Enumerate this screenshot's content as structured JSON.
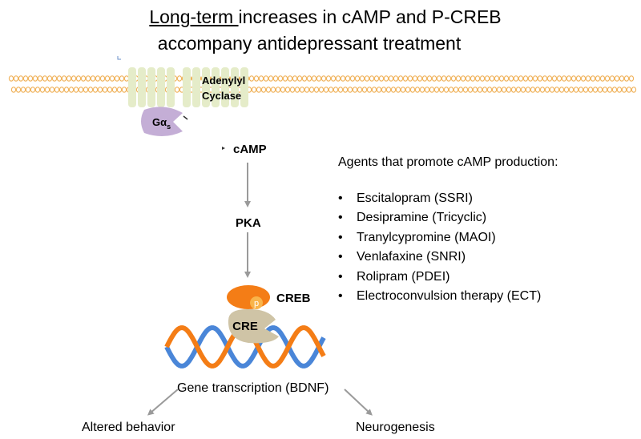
{
  "title": {
    "underlined": "Long-term ",
    "rest_line1": "increases in cAMP and P-CREB",
    "line2": "accompany antidepressant treatment"
  },
  "membrane": {
    "enzyme_line1": "Adenylyl",
    "enzyme_line2": "Cyclase",
    "gprotein_base": "Gα",
    "gprotein_sub": "s"
  },
  "pathway": {
    "camp": "cAMP",
    "pka": "PKA",
    "creb": "CREB",
    "phospho": "p",
    "cre": "CRE",
    "transcription": "Gene transcription (BDNF)"
  },
  "outcomes": {
    "left": "Altered behavior",
    "right": "Neurogenesis"
  },
  "agents": {
    "heading": "Agents that promote cAMP production:",
    "items": [
      "Escitalopram (SSRI)",
      "Desipramine (Tricyclic)",
      "Tranylcypromine (MAOI)",
      "Venlafaxine (SNRI)",
      "Rolipram (PDEI)",
      "Electroconvulsion therapy (ECT)"
    ]
  },
  "colors": {
    "membrane": "#f0b25a",
    "enzyme": "#e5ecc9",
    "gprotein": "#c4aed6",
    "creb": "#f47d16",
    "phospho": "#f9b44a",
    "cre": "#cfc4a6",
    "dna_blue": "#4a86d8",
    "dna_orange": "#f47d16",
    "arrow": "#9a9a9a"
  }
}
